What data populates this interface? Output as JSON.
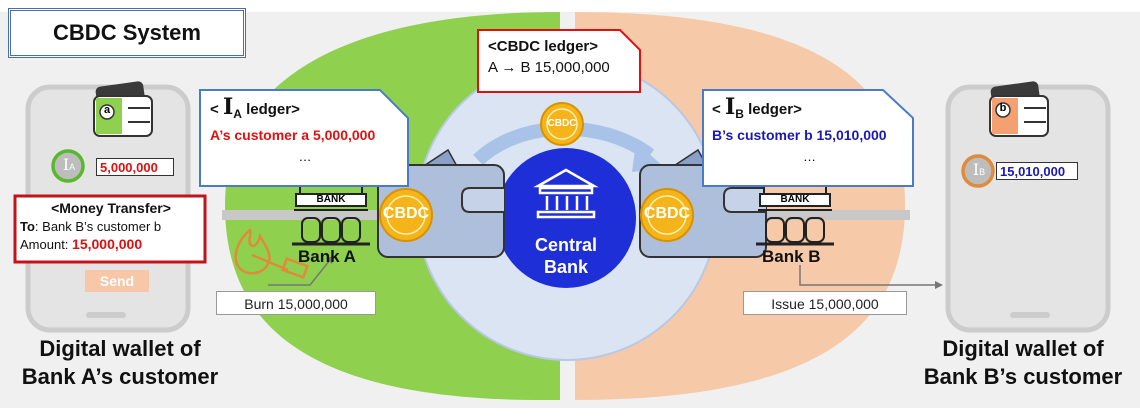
{
  "title": "CBDC System",
  "cbdc_ledger": {
    "title": "<CBDC ledger>",
    "entry": "A → B 15,000,000"
  },
  "ledger_a": {
    "lt": "<",
    "letter": "I",
    "sub": "A",
    "rest": " ledger>",
    "entry": "A’s customer a 5,000,000",
    "ellipsis": "…"
  },
  "ledger_b": {
    "lt": "<",
    "letter": "I",
    "sub": "B",
    "rest": " ledger>",
    "entry": "B’s customer b 15,010,000",
    "ellipsis": "…"
  },
  "wallet_a": {
    "badge_letter": "I",
    "badge_sub": "A",
    "balance": "5,000,000",
    "avatar_letter": "a",
    "caption_line1": "Digital wallet of",
    "caption_line2": "Bank A’s customer"
  },
  "wallet_b": {
    "badge_letter": "I",
    "badge_sub": "B",
    "balance": "15,010,000",
    "avatar_letter": "b",
    "caption_line1": "Digital wallet of",
    "caption_line2": "Bank B’s customer"
  },
  "money_transfer": {
    "title": "<Money Transfer>",
    "to_label": "To",
    "to_value": ": Bank B’s customer b",
    "amount_label": "Amount:",
    "amount_value": "15,000,000",
    "send_label": "Send"
  },
  "bank_a": {
    "sign": "BANK",
    "label": "Bank A"
  },
  "bank_b": {
    "sign": "BANK",
    "label": "Bank B"
  },
  "central_bank": {
    "line1": "Central",
    "line2": "Bank"
  },
  "coin_label": "CBDC",
  "burn_label": "Burn 15,000,000",
  "issue_label": "Issue 15,000,000",
  "colors": {
    "green": "#8fd14f",
    "peach": "#f6c9a8",
    "circle": "#dbe4f3",
    "central": "#1f2fd8",
    "coin": "#f4b41a",
    "wallet": "#aebfdc",
    "red": "#e01010",
    "blue": "#1a1ab0"
  }
}
